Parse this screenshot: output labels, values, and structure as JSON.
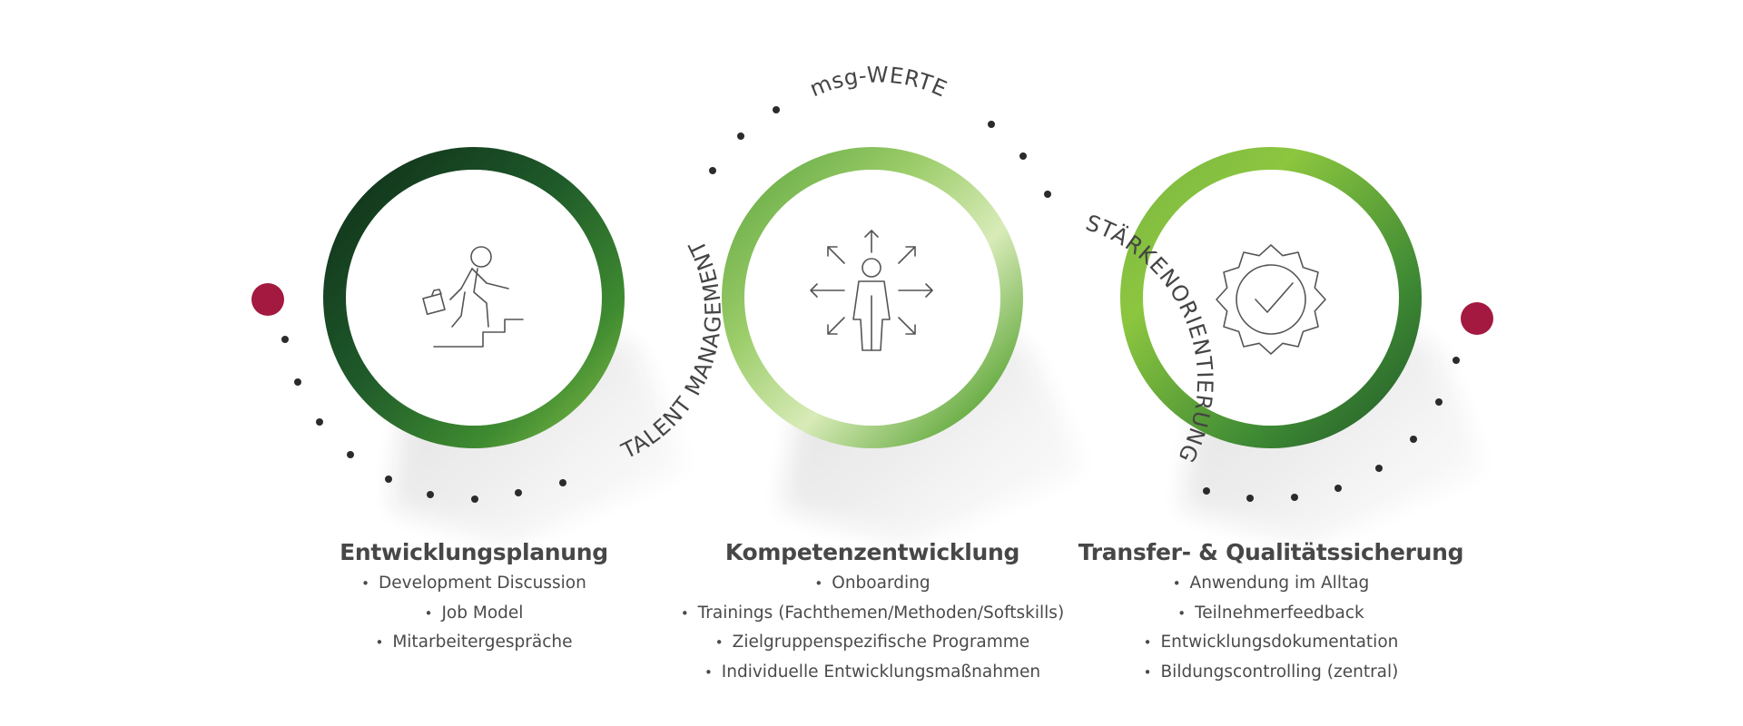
{
  "arc_labels": {
    "top": "msg-WERTE",
    "left": "TALENT MANAGEMENT",
    "right": "STÄRKENORIENTIERUNG"
  },
  "columns": [
    {
      "title": "Entwicklungsplanung",
      "icon": "climbing-stairs-icon",
      "items": [
        "Development Discussion",
        "Job Model",
        "Mitarbeitergespräche"
      ]
    },
    {
      "title": "Kompetenzentwicklung",
      "icon": "person-arrows-icon",
      "items": [
        "Onboarding",
        "Trainings (Fachthemen/Methoden/Softskills)",
        "Zielgruppenspezifische Programme",
        "Individuelle Entwicklungsmaßnahmen"
      ]
    },
    {
      "title": "Transfer- & Qualitätssicherung",
      "icon": "quality-badge-check-icon",
      "items": [
        "Anwendung im Alltag",
        "Teilnehmerfeedback",
        "Entwicklungsdokumentation",
        "Bildungscontrolling (zentral)"
      ]
    }
  ],
  "colors": {
    "accent_dot": "#a3193f",
    "ring_dark": "#1d4d24",
    "ring_mid": "#4e9a35",
    "ring_light": "#c9e2a2",
    "dot": "#2b2b2b"
  }
}
